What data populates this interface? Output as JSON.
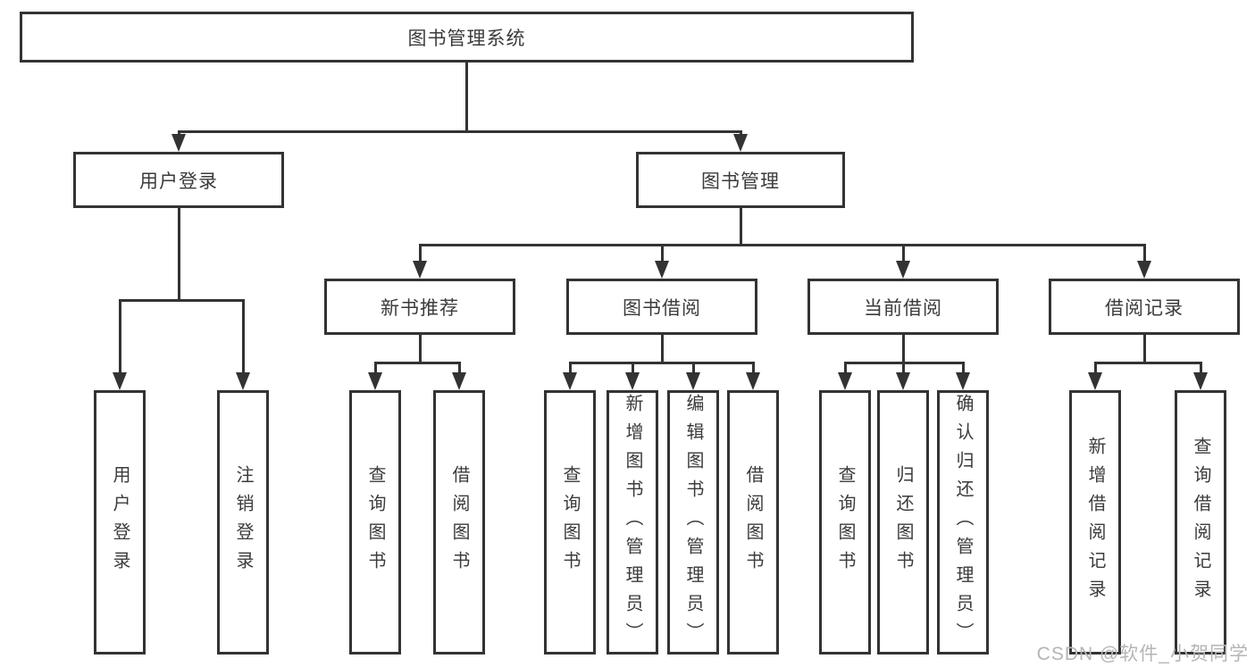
{
  "diagram": {
    "title": "图书管理系统",
    "branches": [
      {
        "label": "用户登录",
        "children": [
          {
            "label": "用户登录"
          },
          {
            "label": "注销登录"
          }
        ]
      },
      {
        "label": "图书管理",
        "children": [
          {
            "label": "新书推荐",
            "children": [
              {
                "label": "查询图书"
              },
              {
                "label": "借阅图书"
              }
            ]
          },
          {
            "label": "图书借阅",
            "children": [
              {
                "label": "查询图书"
              },
              {
                "label": "新增图书（管理员）"
              },
              {
                "label": "编辑图书（管理员）"
              },
              {
                "label": "借阅图书"
              }
            ]
          },
          {
            "label": "当前借阅",
            "children": [
              {
                "label": "查询图书"
              },
              {
                "label": "归还图书"
              },
              {
                "label": "确认归还（管理员）"
              }
            ]
          },
          {
            "label": "借阅记录",
            "children": [
              {
                "label": "新增借阅记录"
              },
              {
                "label": "查询借阅记录"
              }
            ]
          }
        ]
      }
    ]
  },
  "watermark": {
    "text": "CSDN @软件_小贺同学"
  },
  "colors": {
    "line": "#333333",
    "text": "#3b3b3b",
    "background": "#ffffff",
    "watermark": "#b5b5b5"
  }
}
